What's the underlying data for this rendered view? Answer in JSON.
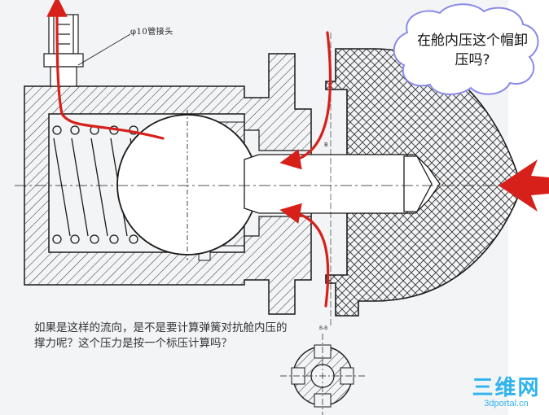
{
  "labels": {
    "fitting": "φ10管接头",
    "section_ref_top": "B",
    "section_ref_bottom": "B-B"
  },
  "bubble": {
    "text": "在舱内压这个帽卸压吗?"
  },
  "question": {
    "text": "如果是这样的流向，是不是要计算弹簧对抗舱内压的撑力呢？这个压力是按一个标压计算吗？"
  },
  "watermark": {
    "brand": "三维网",
    "url": "3dportal.cn"
  },
  "colors": {
    "flow_arrow": "#d8201a",
    "bubble_border": "#8a8ae8",
    "watermark": "#2fb3ef",
    "line": "#1a1a1a"
  }
}
